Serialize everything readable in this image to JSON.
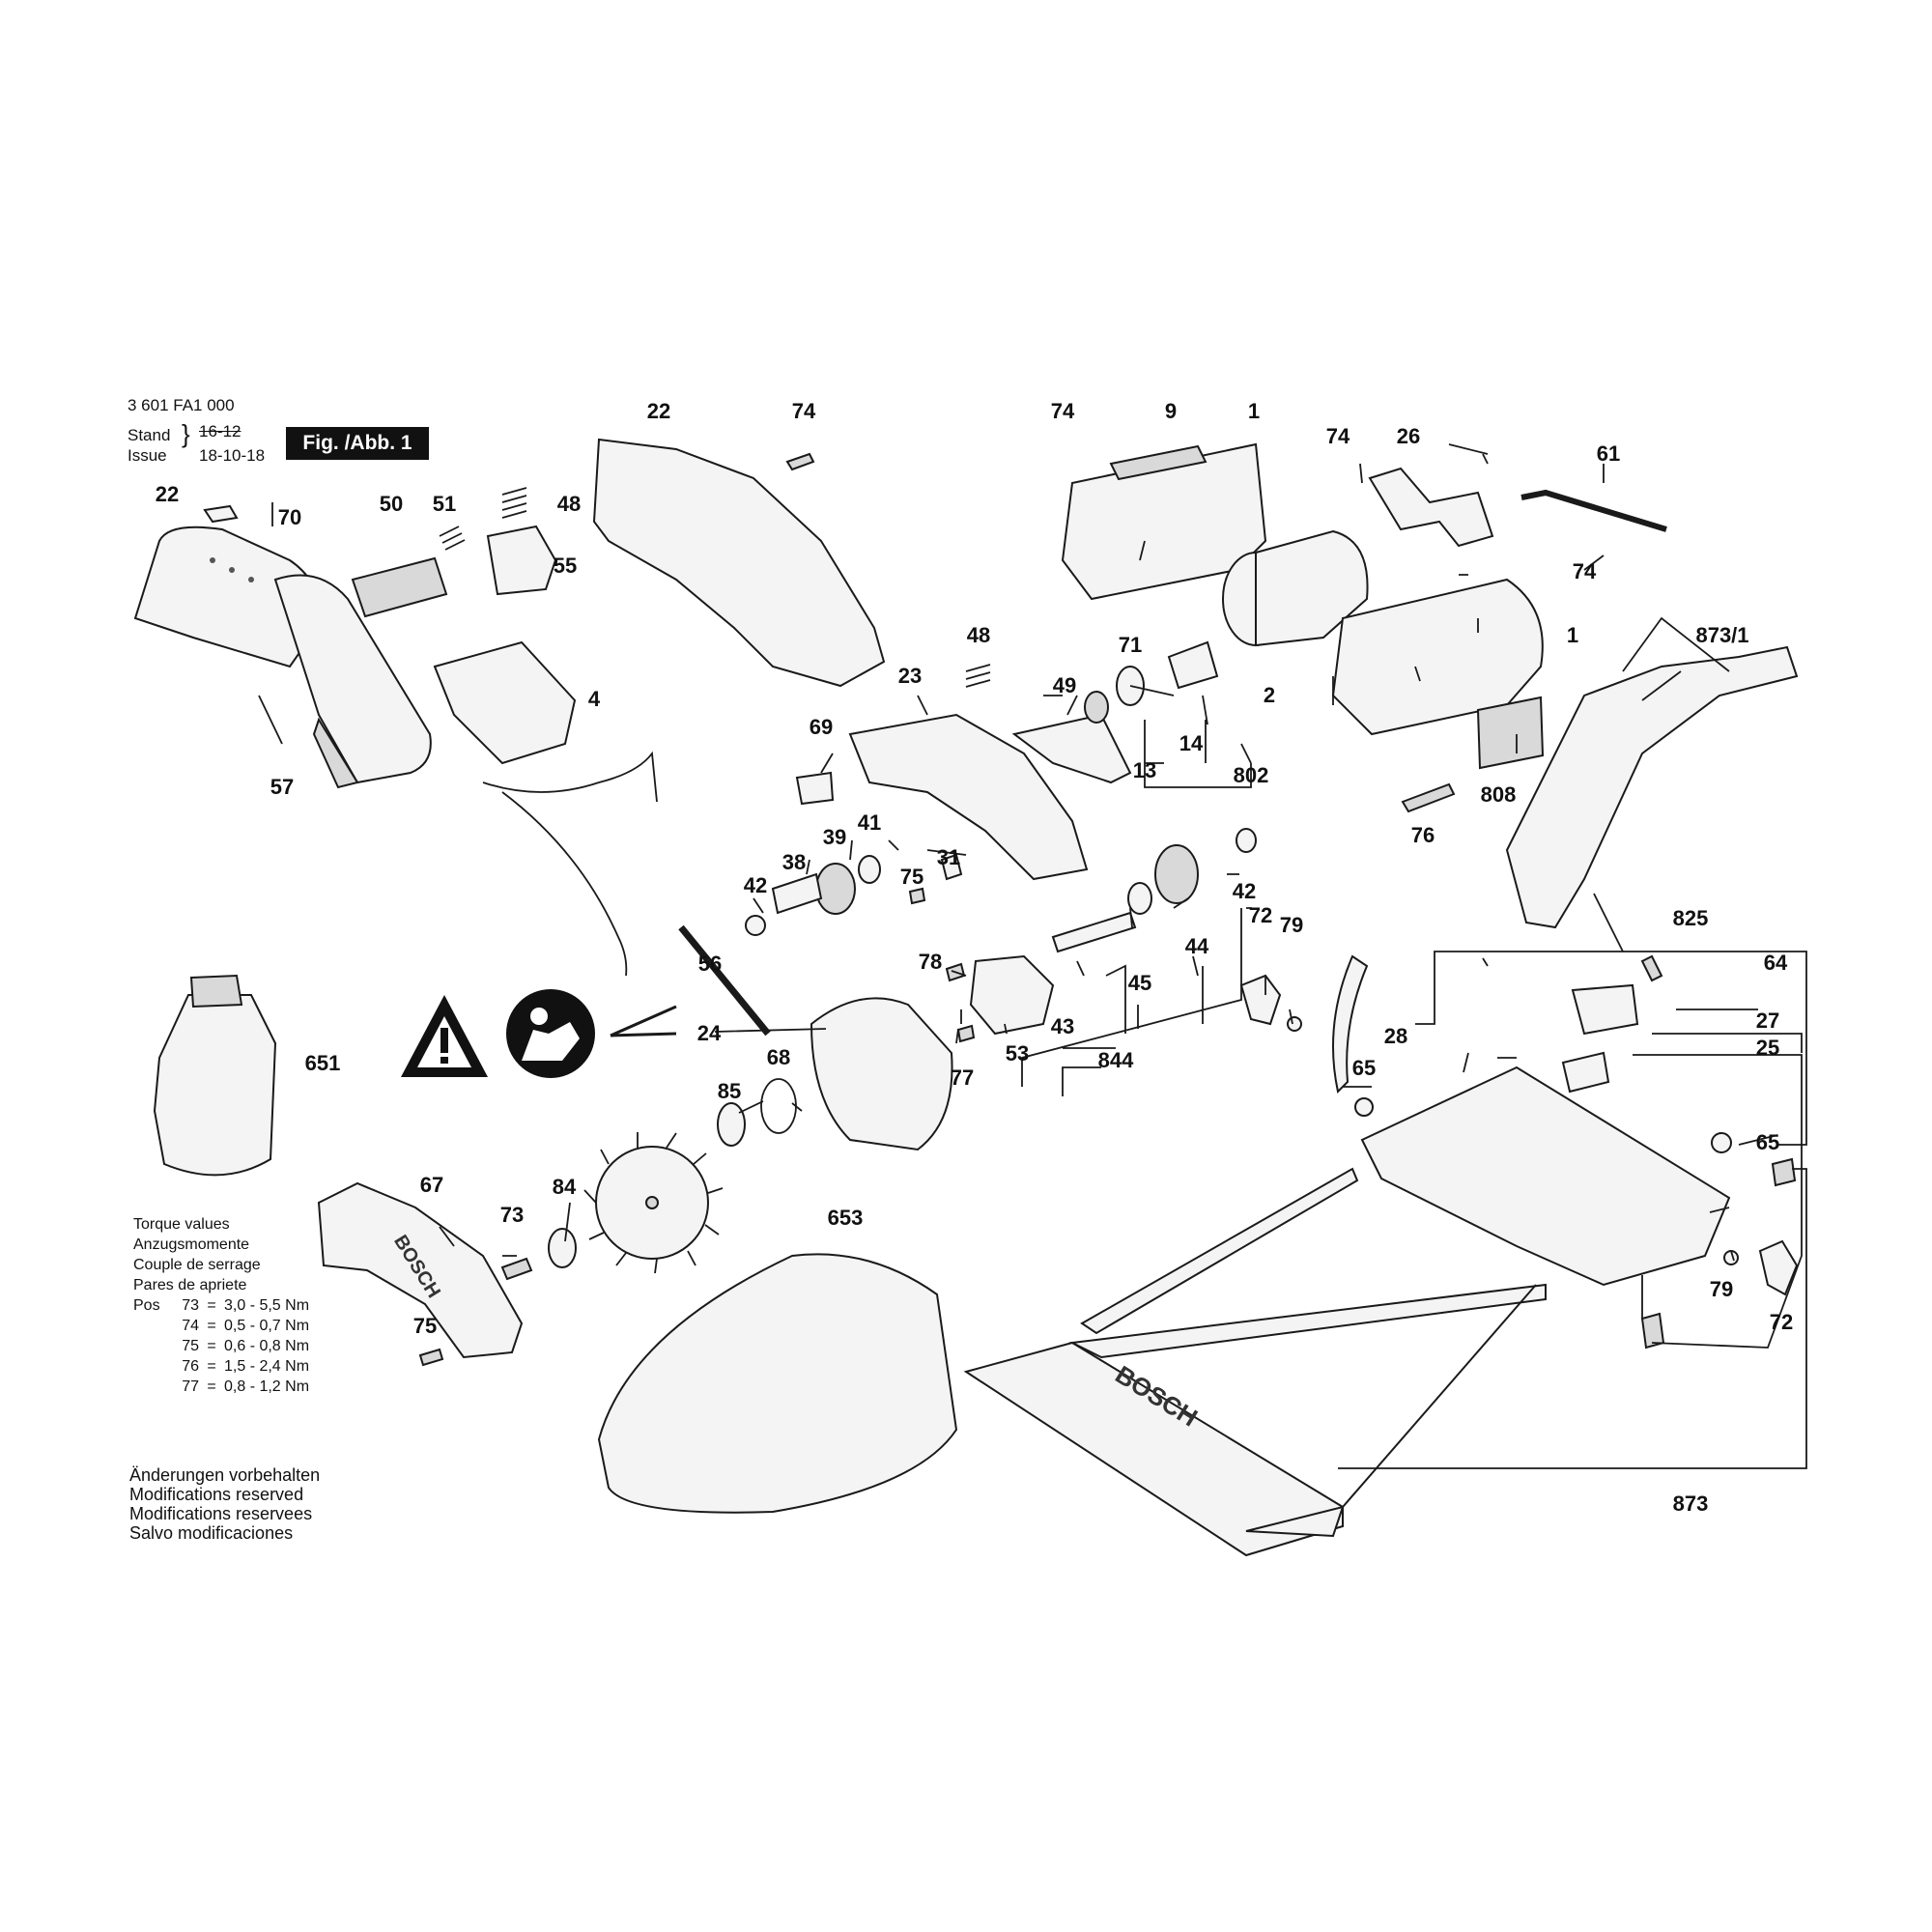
{
  "header": {
    "part_number": "3 601 FA1 000",
    "stand_label": "Stand",
    "stand_value": "16-12",
    "issue_label": "Issue",
    "issue_value": "18-10-18",
    "figure_label": "Fig. /Abb. 1"
  },
  "torque": {
    "lines": [
      "Torque values",
      "Anzugsmomente",
      "Couple de serrage",
      "Pares de apriete"
    ],
    "pos_label": "Pos",
    "rows": [
      {
        "pos": "73",
        "sign": "=",
        "value": "3,0 - 5,5 Nm"
      },
      {
        "pos": "74",
        "sign": "=",
        "value": "0,5 - 0,7 Nm"
      },
      {
        "pos": "75",
        "sign": "=",
        "value": "0,6 - 0,8 Nm"
      },
      {
        "pos": "76",
        "sign": "=",
        "value": "1,5 - 2,4 Nm"
      },
      {
        "pos": "77",
        "sign": "=",
        "value": "0,8 - 1,2 Nm"
      }
    ]
  },
  "modifications": [
    "Änderungen vorbehalten",
    "Modifications reserved",
    "Modifications reservees",
    "Salvo modificaciones"
  ],
  "brand_marks": [
    "BOSCH",
    "BOSCH"
  ],
  "callouts": [
    "22",
    "74",
    "74",
    "9",
    "1",
    "74",
    "26",
    "61",
    "22",
    "70",
    "50",
    "51",
    "48",
    "55",
    "74",
    "1",
    "48",
    "71",
    "23",
    "49",
    "14",
    "2",
    "873/1",
    "4",
    "69",
    "13",
    "802",
    "808",
    "57",
    "76",
    "41",
    "39",
    "38",
    "31",
    "75",
    "42",
    "42",
    "72",
    "79",
    "56",
    "78",
    "43",
    "45",
    "44",
    "825",
    "64",
    "24",
    "77",
    "53",
    "844",
    "28",
    "27",
    "651",
    "65",
    "25",
    "68",
    "85",
    "65",
    "67",
    "84",
    "73",
    "653",
    "79",
    "72",
    "75",
    "873"
  ]
}
